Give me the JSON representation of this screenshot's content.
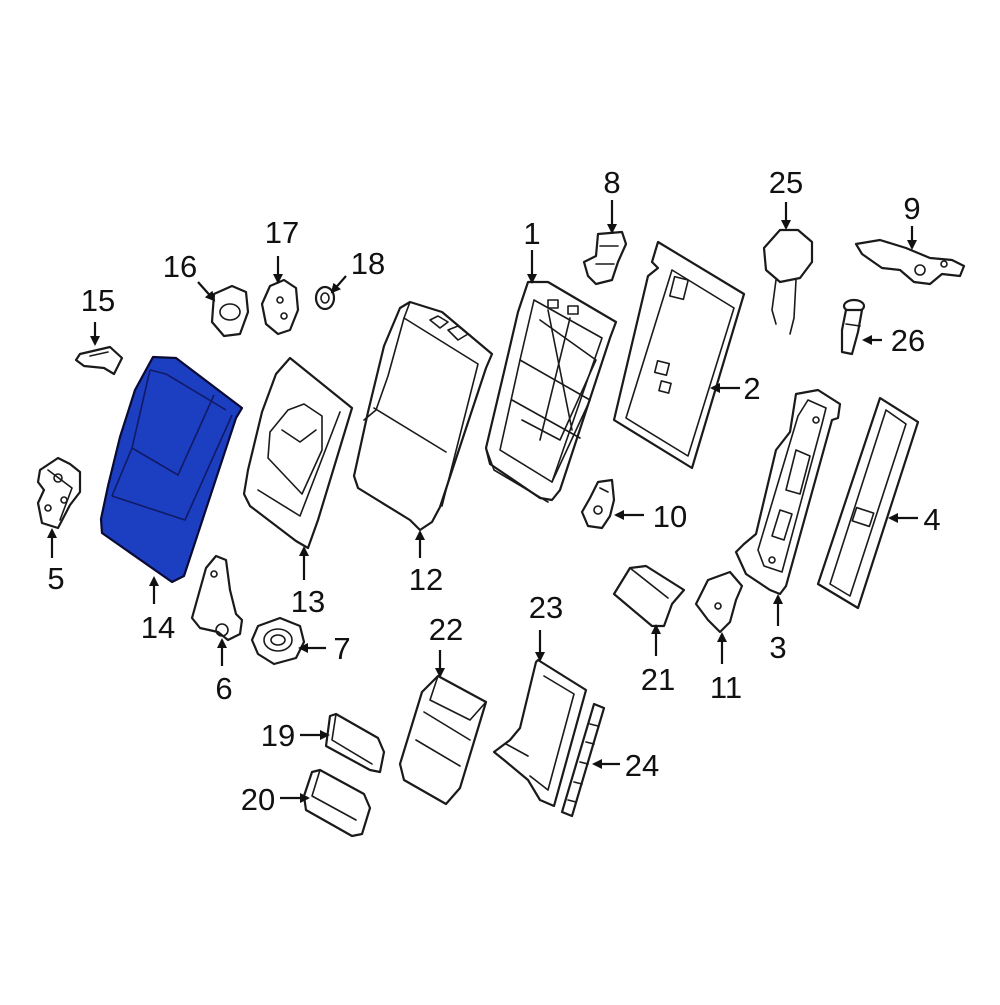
{
  "diagram": {
    "highlight_color": "#1c3ec1",
    "callouts": {
      "c1": "1",
      "c2": "2",
      "c3": "3",
      "c4": "4",
      "c5": "5",
      "c6": "6",
      "c7": "7",
      "c8": "8",
      "c9": "9",
      "c10": "10",
      "c11": "11",
      "c12": "12",
      "c13": "13",
      "c14": "14",
      "c15": "15",
      "c16": "16",
      "c17": "17",
      "c18": "18",
      "c19": "19",
      "c20": "20",
      "c21": "21",
      "c22": "22",
      "c23": "23",
      "c24": "24",
      "c25": "25",
      "c26": "26"
    }
  }
}
